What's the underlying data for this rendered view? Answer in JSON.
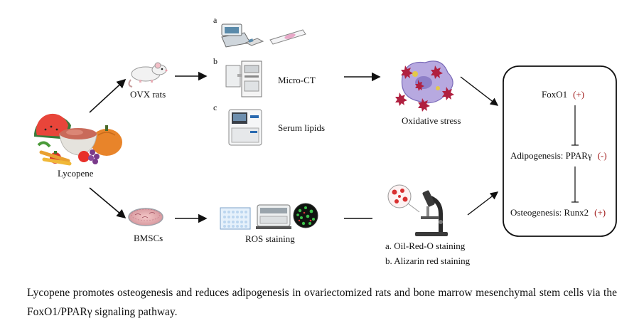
{
  "labels": {
    "lycopene": "Lycopene",
    "ovx_rats": "OVX rats",
    "bmscs": "BMSCs",
    "micro_ct": "Micro-CT",
    "serum_lipids": "Serum lipids",
    "oxidative_stress": "Oxidative stress",
    "ros_staining": "ROS staining",
    "oil_red_o": "a. Oil-Red-O staining",
    "alizarin_red": "b. Alizarin red staining"
  },
  "panel_tags": {
    "a": "a",
    "b": "b",
    "c": "c"
  },
  "pathway": {
    "foxo1": {
      "label": "FoxO1",
      "sign": "(+)"
    },
    "adipogenesis": {
      "label": "Adipogenesis: PPARγ",
      "sign": "(-)"
    },
    "osteogenesis": {
      "label": "Osteogenesis: Runx2",
      "sign": "(+)"
    }
  },
  "caption": "Lycopene promotes osteogenesis and reduces adipogenesis in ovariectomized rats and bone marrow mesenchymal stem cells via the FoxO1/PPARγ signaling pathway.",
  "colors": {
    "sign": "#a01818",
    "cell_purple": "#8e7fc8",
    "ros_red": "#b02040",
    "ros_green": "#3cc24a"
  },
  "icons": [
    "fruit-bowl-icon",
    "rat-icon",
    "histology-equipment-icon",
    "micro-ct-scanner-icon",
    "biochemical-analyzer-icon",
    "petri-dish-icon",
    "well-plate-icon",
    "plate-reader-icon",
    "fluorescence-image-icon",
    "stained-cells-icon",
    "microscope-icon",
    "oxidative-cell-icon"
  ]
}
